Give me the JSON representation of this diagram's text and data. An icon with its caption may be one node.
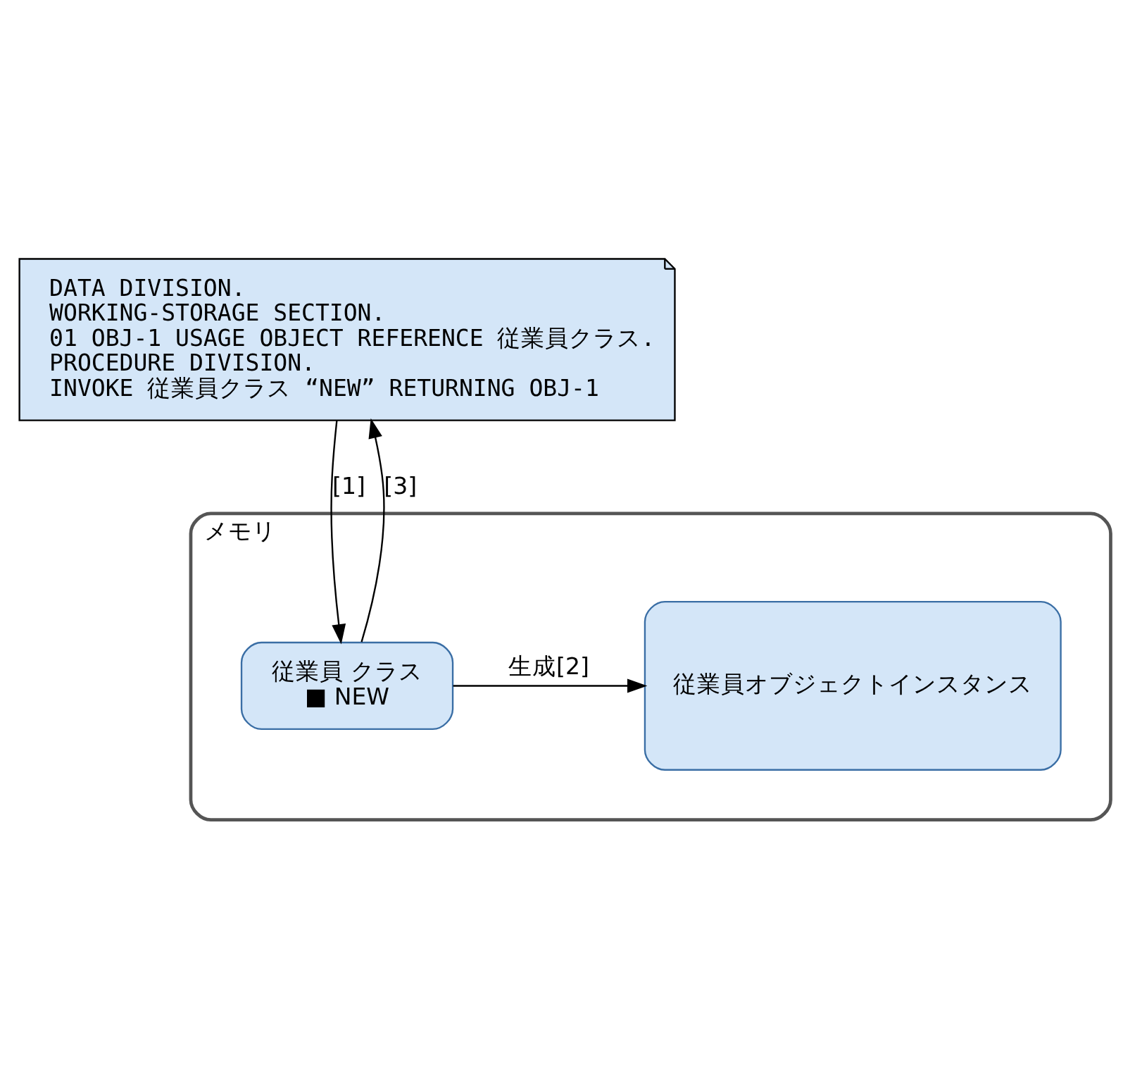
{
  "diagram": {
    "nodes": [
      {
        "text": [
          "DATA DIVISION.",
          "WORKING-STORAGE SECTION.",
          "01 OBJ-1 USAGE OBJECT REFERENCE 従業員クラス.",
          "PROCEDURE DIVISION.",
          "INVOKE 従業員クラス “NEW” RETURNING OBJ-1"
        ]
      },
      {
        "text": [
          "メモリ"
        ]
      },
      {
        "text": [
          "従業員 クラス",
          "■ NEW"
        ],
        "in": 1
      },
      {
        "text": [
          "従業員オブジェクトインスタンス"
        ],
        "in": 1
      }
    ],
    "edges": [
      {
        "from": 0,
        "to": 2,
        "arrow": "to",
        "label": "[1]"
      },
      {
        "from": 2,
        "to": 3,
        "arrow": "to",
        "label": "生成[2]"
      },
      {
        "from": 2,
        "to": 0,
        "arrow": "to",
        "label": "[3]"
      }
    ]
  }
}
